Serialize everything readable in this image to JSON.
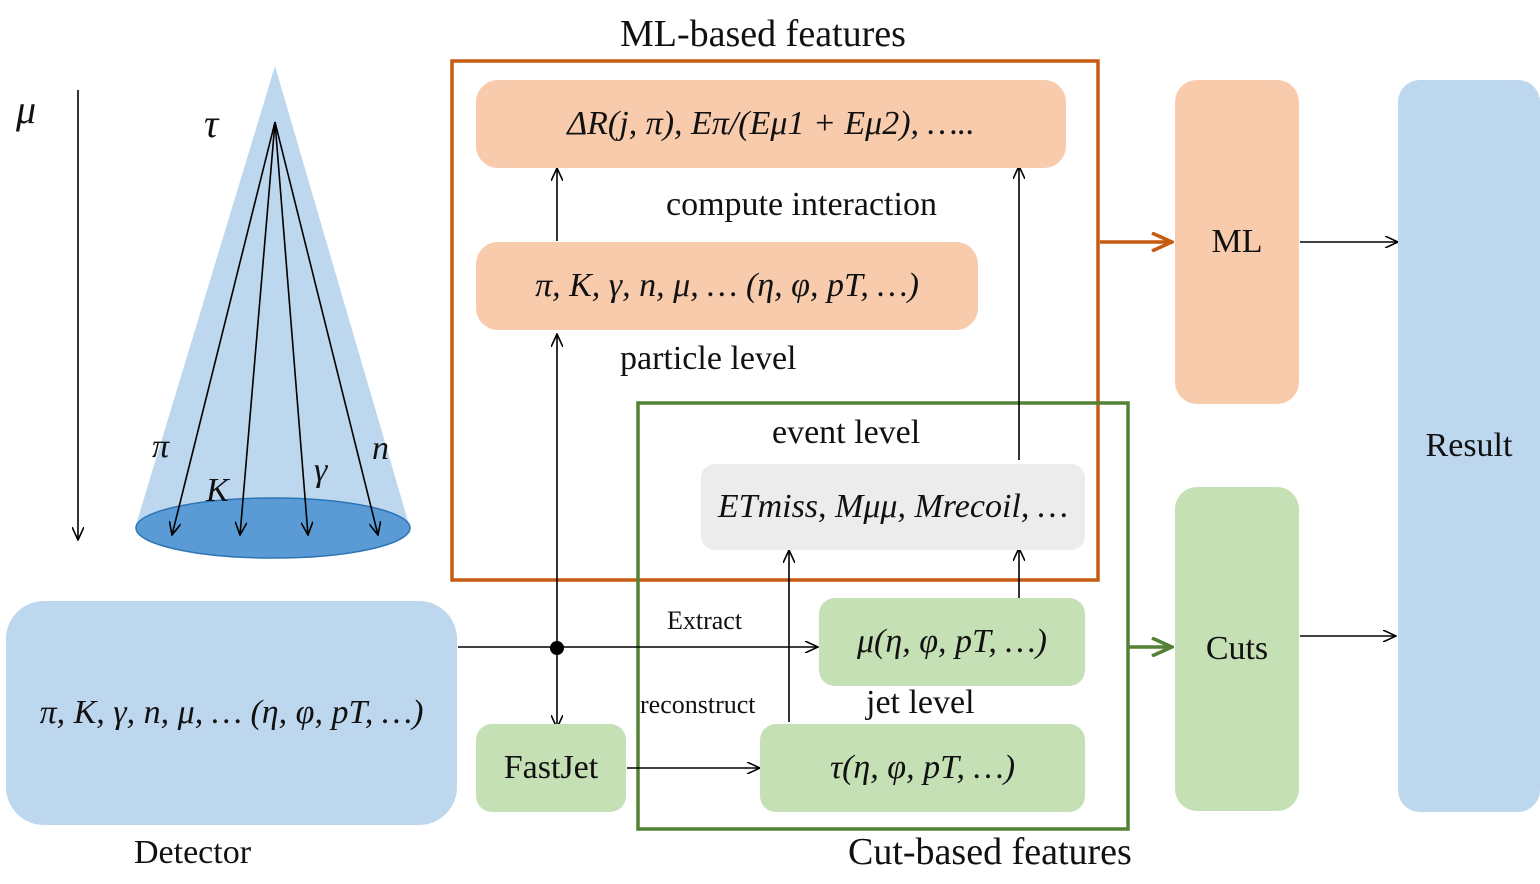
{
  "title": "ML-based features",
  "cut_title": "Cut-based features",
  "tau_cone": {
    "incoming_label": "μ",
    "tau_label": "τ",
    "products": [
      "π",
      "K",
      "γ",
      "n"
    ]
  },
  "detector": {
    "content": "π, K, γ, n, μ, … (η, φ, pT, …)",
    "label": "Detector"
  },
  "fastjet": {
    "label": "FastJet"
  },
  "ml_features": {
    "interaction": "ΔR(j, π), Eπ/(Eμ1 + Eμ2), …..",
    "compute_label": "compute interaction",
    "particles": "π, K, γ, n, μ, … (η, φ, pT, …)",
    "particle_level_label": "particle level"
  },
  "event": {
    "label": "event level",
    "content": "ETmiss, Mμμ, Mrecoil, …"
  },
  "jet": {
    "muon": "μ(η, φ, pT, …)",
    "label": "jet level",
    "tau": "τ(η, φ, pT, …)"
  },
  "edge_labels": {
    "extract": "Extract",
    "reconstruct": "reconstruct"
  },
  "ml_box": "ML",
  "cuts_box": "Cuts",
  "result_box": "Result",
  "colors": {
    "orange_frame": "#c55a11",
    "green_frame": "#538135",
    "orange_fill": "#f8cbad",
    "green_fill": "#c5e0b4",
    "blue_fill": "#bdd7ee",
    "grey_fill": "#ececec"
  }
}
